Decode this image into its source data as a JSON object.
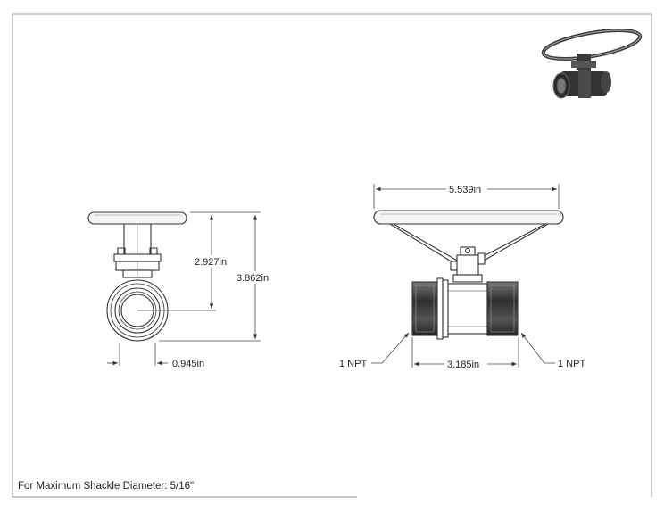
{
  "dimensions": {
    "handle_height": "2.927in",
    "overall_height": "3.862in",
    "port_offset": "0.945in",
    "handle_width": "5.539in",
    "body_length": "3.185in",
    "left_port": "1 NPT",
    "right_port": "1 NPT"
  },
  "note": "For Maximum Shackle Diameter: 5/16\"",
  "colors": {
    "line": "#333333",
    "dim_line": "#444444",
    "shaded": "#3a3a3a"
  },
  "icons": {
    "isometric_preview": "valve-3d-preview-icon"
  }
}
